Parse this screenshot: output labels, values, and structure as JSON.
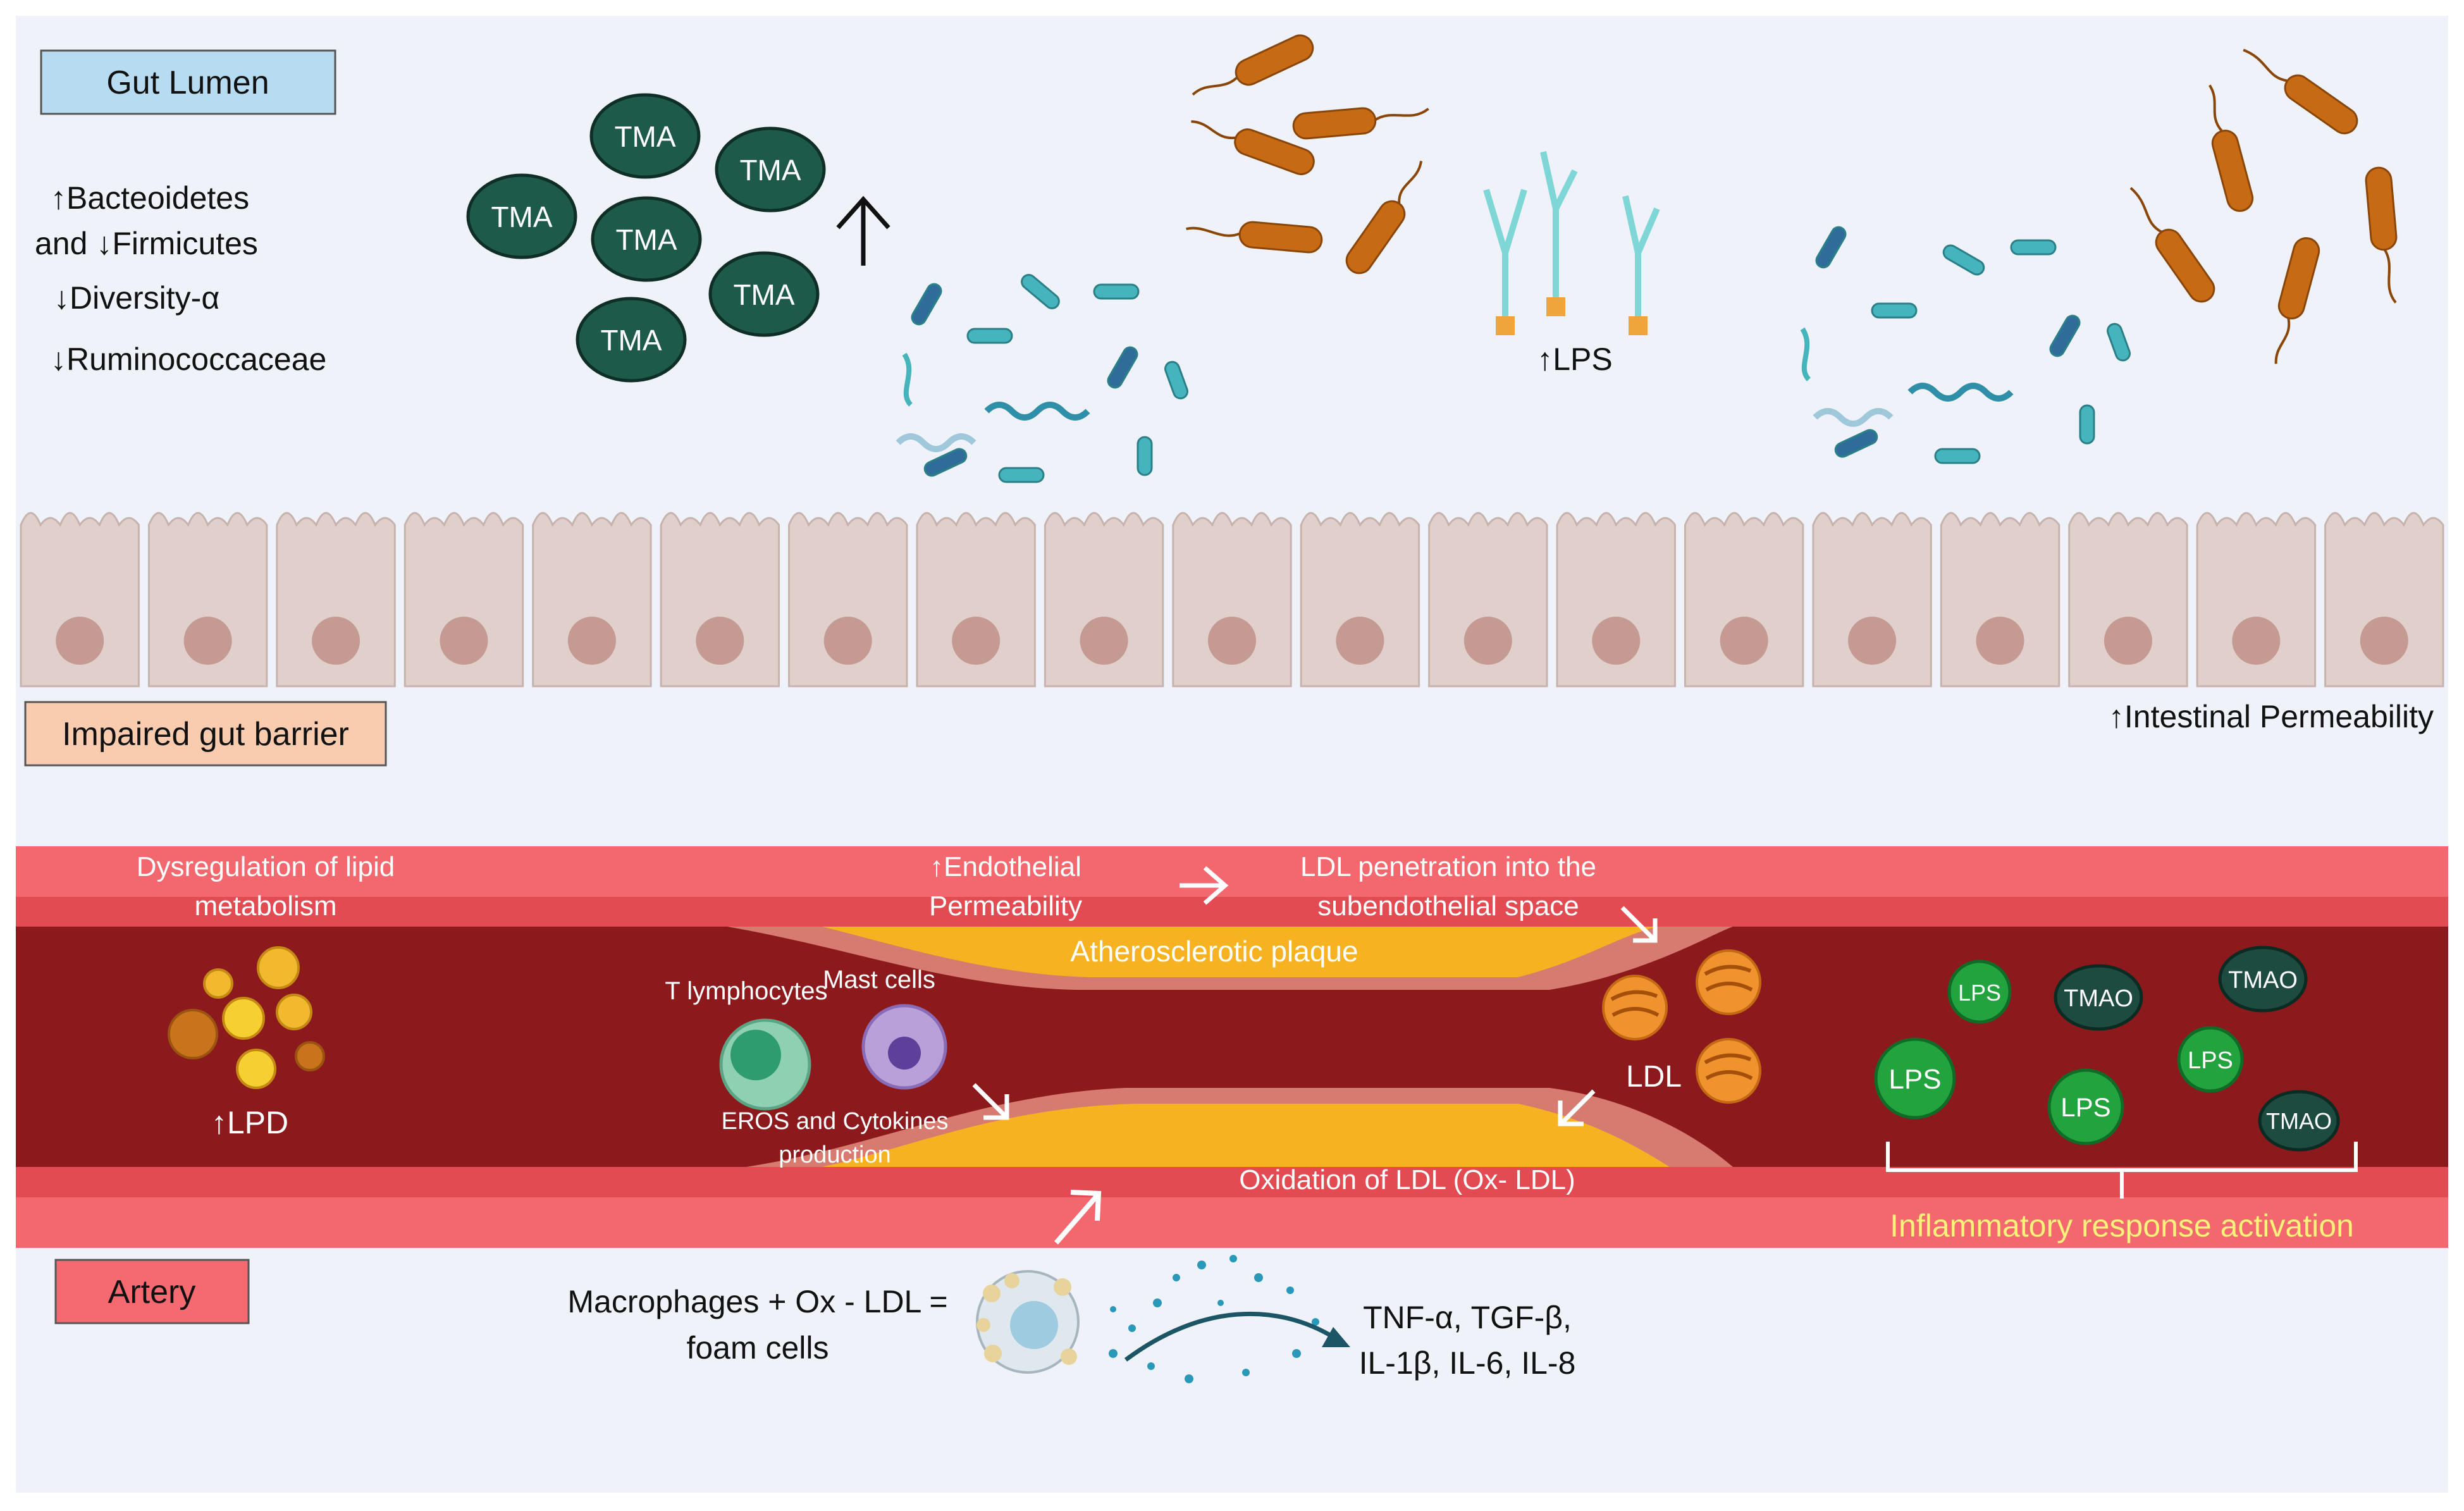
{
  "colors": {
    "background": "#eff3f9",
    "gut_lumen_box": "#b7dcf2",
    "barrier_box": "#f9ccb0",
    "artery_box": "#f46a70",
    "tma_fill": "#1d5a4a",
    "cell_fill": "#e0cfcb",
    "cell_nucleus": "#c49a92",
    "artery_outer": "#f2686e",
    "artery_lumen": "#8c1a1c",
    "plaque": "#f6b221",
    "lps_green": "#23a33e",
    "tmao_fill": "#1d4b40",
    "rod_bacteria": "#c66a14",
    "teal_bacteria": "#46b4bd"
  },
  "labels": {
    "gut_lumen": "Gut Lumen",
    "impaired_barrier": "Impaired gut barrier",
    "artery": "Artery",
    "microbiota": {
      "line1": "↑Bacteoidetes",
      "line2": "and ↓Firmicutes",
      "line3": "↓Diversity-α",
      "line4": "↓Ruminococcaceae"
    },
    "tma": "TMA",
    "lps_lumen": "↑LPS",
    "intestinal_permeability": "↑Intestinal  Permeability",
    "lipid_dysregulation": {
      "line1": "Dysregulation of lipid",
      "line2": "metabolism"
    },
    "endothelial_permeability": {
      "line1": "↑Endothelial",
      "line2": "Permeability"
    },
    "ldl_penetration": {
      "line1": "LDL penetration into the",
      "line2": "subendothelial space"
    },
    "plaque": "Atherosclerotic plaque",
    "lpd": "↑LPD",
    "t_lymphocytes": "T lymphocytes",
    "mast_cells": "Mast cells",
    "eros": {
      "line1": "EROS and Cytokines",
      "line2": "production"
    },
    "ldl": "LDL",
    "oxidation": "Oxidation of LDL (Ox- LDL)",
    "inflammatory": "Inflammatory response activation",
    "lps": "LPS",
    "tmao": "TMAO",
    "foam_cells": {
      "line1": "Macrophages + Ox - LDL =",
      "line2": "foam cells"
    },
    "cytokines": {
      "line1": "TNF-α, TGF-β,",
      "line2": "IL-1β, IL-6, IL-8"
    }
  }
}
